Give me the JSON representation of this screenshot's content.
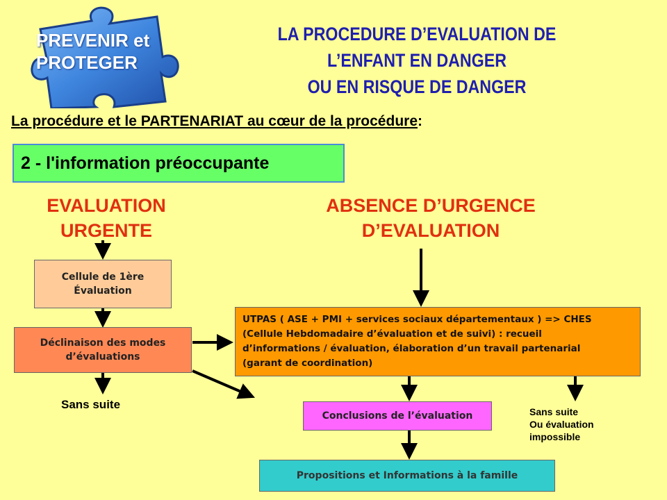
{
  "logo": {
    "text_line1": "PREVENIR et",
    "text_line2": "PROTEGER",
    "shape_icon": "puzzle-piece-icon",
    "color": "#3f86df"
  },
  "title": {
    "line1": "LA PROCEDURE D’EVALUATION DE",
    "line2": "L’ENFANT EN DANGER",
    "line3": "OU EN RISQUE DE DANGER"
  },
  "subtitle": {
    "bullet": "",
    "text": "La procédure et le PARTENARIAT au cœur de la procédure",
    "suffix": ":"
  },
  "section": {
    "label": "2 - l'information préoccupante"
  },
  "left_column": {
    "heading_line1": "EVALUATION",
    "heading_line2": "URGENTE",
    "box_cellule_line1": "Cellule de 1ère",
    "box_cellule_line2": "Évaluation",
    "box_declinaison_line1": "Déclinaison des modes",
    "box_declinaison_line2": "d’évaluations",
    "outcome": "Sans suite"
  },
  "right_column": {
    "heading_line1": "ABSENCE D’URGENCE",
    "heading_line2": "D’EVALUATION",
    "box_utpas_line1": "UTPAS ( ASE + PMI + services sociaux départementaux ) => CHES",
    "box_utpas_line2": "(Cellule Hebdomadaire d’évaluation et de suivi) : recueil",
    "box_utpas_line3": "d’informations / évaluation, élaboration d’un travail partenarial",
    "box_utpas_line4": "(garant de coordination)",
    "box_conclusions": "Conclusions de l’évaluation",
    "outcome_line1": "Sans suite",
    "outcome_line2": "Ou évaluation",
    "outcome_line3": "impossible",
    "box_propositions": "Propositions et Informations à la famille"
  },
  "colors": {
    "background": "#FFFF99",
    "title": "#1f1fae",
    "heading": "#E03010",
    "section_box": "#66FF66",
    "cellule_box": "#FFCC99",
    "declinaison_box": "#FF8855",
    "utpas_box": "#FF9900",
    "conclusions_box": "#FF66FF",
    "propositions_box": "#33CCCC"
  }
}
